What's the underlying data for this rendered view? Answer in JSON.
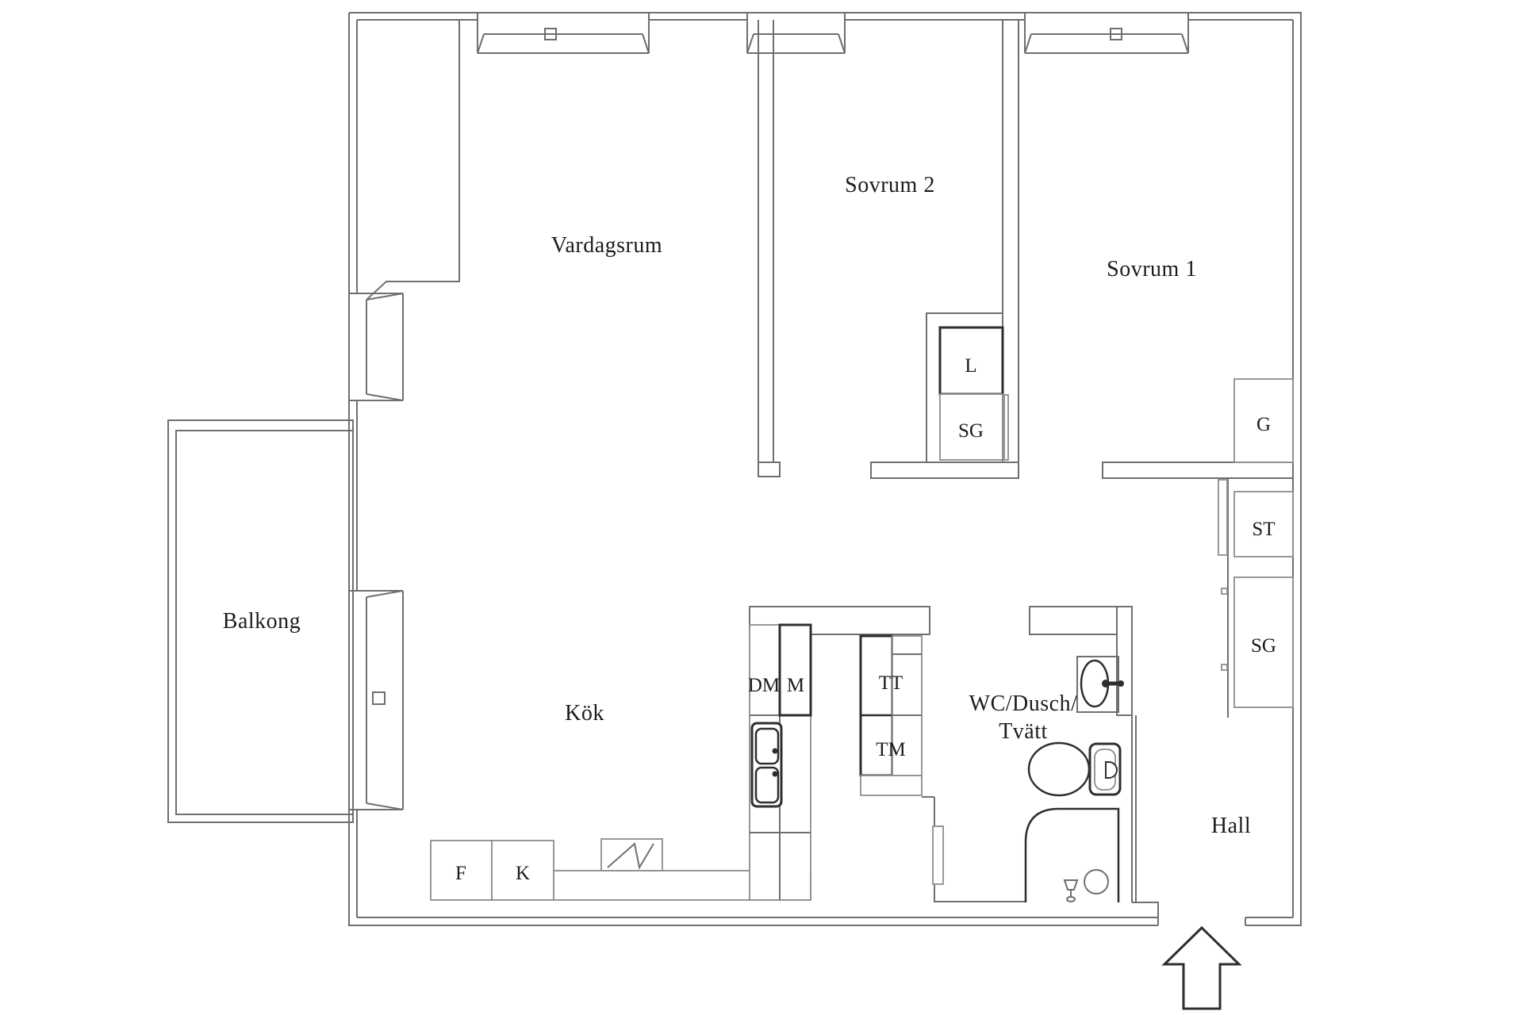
{
  "title": "Apartment floor plan",
  "colors": {
    "background": "#ffffff",
    "wall_line": "#6f6f6f",
    "fixture_line": "#2e2e2e",
    "closet_line": "#8c8c8c",
    "text": "#1c1c1c"
  },
  "labels": {
    "rooms": {
      "vardagsrum": "Vardagsrum",
      "sovrum_2": "Sovrum 2",
      "sovrum_1": "Sovrum 1",
      "balkong": "Balkong",
      "kok": "Kök",
      "hall": "Hall",
      "wc_line1": "WC/Dusch/",
      "wc_line2": "Tvätt"
    },
    "fixtures": {
      "l": "L",
      "sg_sovrum2": "SG",
      "g": "G",
      "st": "ST",
      "sg_hall": "SG",
      "dm": "DM",
      "m": "M",
      "tt": "TT",
      "tm": "TM",
      "f": "F",
      "k": "K"
    }
  }
}
